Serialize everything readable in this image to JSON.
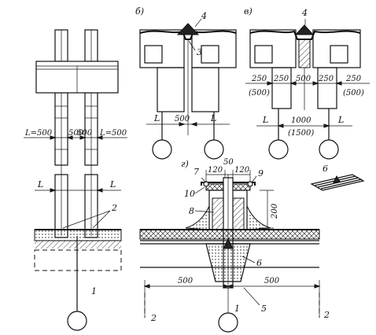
{
  "panels": {
    "a": {
      "dimensions": {
        "left_joint": "L=500",
        "mid_left": "500",
        "mid_right": "500",
        "right_joint": "L=500",
        "l_left": "L",
        "l_right": "L"
      },
      "callouts": {
        "rebar": "2",
        "electrode": "1"
      }
    },
    "b": {
      "label": "б)",
      "dimensions": {
        "gap": "500",
        "l_left": "L",
        "l_right": "L"
      },
      "callouts": {
        "cover": "4",
        "seal": "3"
      }
    },
    "v": {
      "label": "в)",
      "dimensions": {
        "left_outer": "250",
        "left_outer_alt": "(500)",
        "left_inner": "250",
        "center": "500",
        "right_inner": "250",
        "right_outer": "250",
        "right_outer_alt": "(500)",
        "spacing": "1000",
        "spacing_alt": "(1500)",
        "l_left": "L",
        "l_right": "L"
      },
      "callouts": {
        "cover": "4"
      }
    },
    "g": {
      "label": "г)",
      "dimensions": {
        "top_left": "120",
        "top_mid": "50",
        "top_right": "120",
        "height": "200",
        "span_left": "500",
        "span_right": "500"
      },
      "callouts": {
        "c7": "7",
        "c9": "9",
        "c10": "10",
        "c8": "8",
        "c6": "6",
        "c1": "1",
        "c5": "5",
        "c2_left": "2",
        "c2_right": "2"
      }
    },
    "detail": {
      "callouts": {
        "c6": "6"
      }
    }
  }
}
